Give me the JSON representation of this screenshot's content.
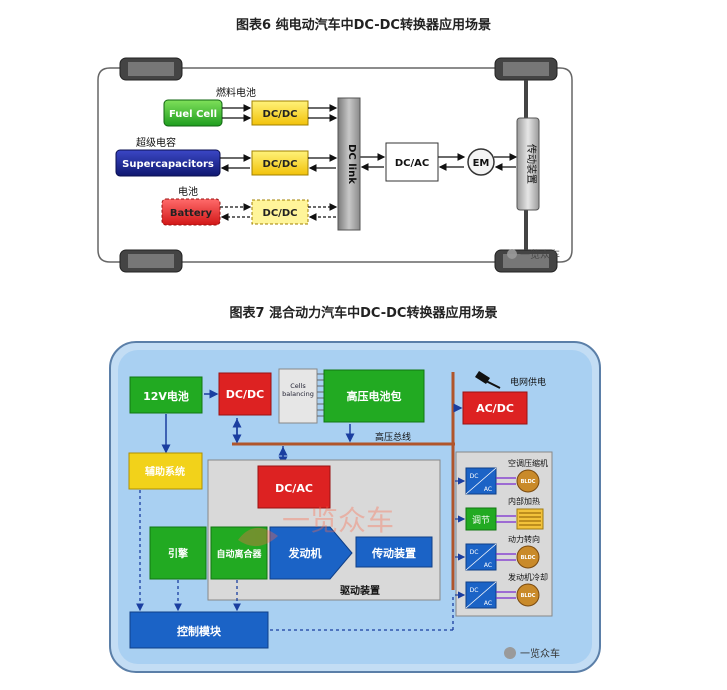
{
  "figure1": {
    "caption": "图表6   纯电动汽车中DC-DC转换器应用场景",
    "fuel_cell_caption": "燃料电池",
    "fuel_cell": "Fuel Cell",
    "supercap_caption": "超级电容",
    "supercap": "Supercapacitors",
    "battery_caption": "电池",
    "battery": "Battery",
    "dcdc": "DC/DC",
    "dc_link": "DC link",
    "dcac": "DC/AC",
    "em": "EM",
    "transmission": "传动装置",
    "watermark": "一览众车"
  },
  "figure2": {
    "caption": "图表7   混合动力汽车中DC-DC转换器应用场景",
    "battery_12v": "12V电池",
    "dcdc": "DC/DC",
    "cells_balancing": "Cells balancing",
    "hv_pack": "高压电池包",
    "grid_power": "电网供电",
    "acdc": "AC/DC",
    "hv_bus": "高压总线",
    "aux_system": "辅助系统",
    "dcac": "DC/AC",
    "engine_start": "引擎",
    "auto_clutch": "自动离合器",
    "motor": "发动机",
    "transmission": "传动装置",
    "drive_unit": "驱动装置",
    "control_module": "控制模块",
    "right_items": [
      {
        "label": "空调压缩机",
        "kind": "dcac",
        "icon": "motor"
      },
      {
        "label": "内部加热",
        "kind": "regulate",
        "icon": "heater"
      },
      {
        "label": "动力转向",
        "kind": "dcac",
        "icon": "motor"
      },
      {
        "label": "发动机冷却",
        "kind": "dcac",
        "icon": "motor"
      }
    ],
    "small_dcac_top": "DC",
    "small_dcac_bottom": "AC",
    "regulate": "调节",
    "bldc": "BLDC",
    "watermark_center": "一览众车",
    "watermark_corner": "一览众车"
  },
  "colors": {
    "green": "#22aa22",
    "red": "#dd2222",
    "yellow": "#f2d21a",
    "blue": "#1b63c6",
    "navy": "#16208a",
    "frame_bg": "#a9d0f2",
    "gray_panel": "#d9d9d9"
  }
}
